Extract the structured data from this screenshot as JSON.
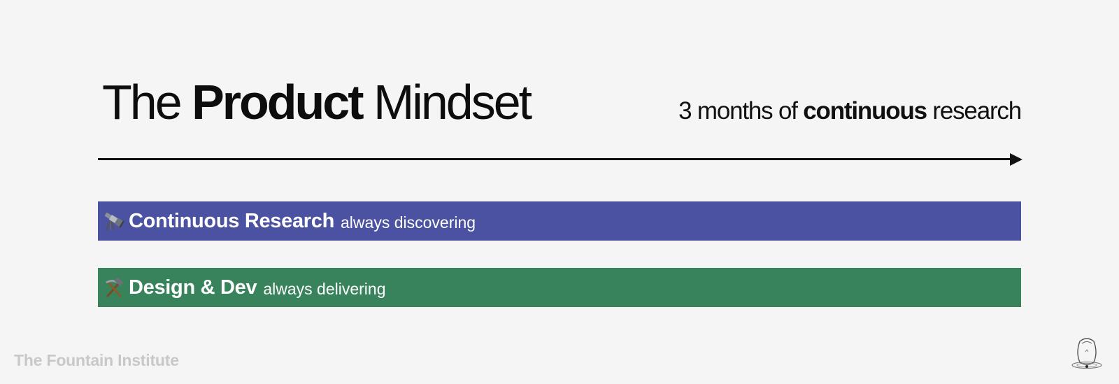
{
  "title": {
    "pre": "The ",
    "bold": "Product",
    "post": " Mindset"
  },
  "subtitle": {
    "pre": "3 months of ",
    "bold": "continuous",
    "post": " research"
  },
  "tracks": [
    {
      "icon": "telescope-icon",
      "name": "Continuous Research",
      "note": "always discovering",
      "color": "#4a52a1"
    },
    {
      "icon": "hammer-and-pick-icon",
      "name": "Design & Dev",
      "note": "always delivering",
      "color": "#39835c"
    }
  ],
  "footer": {
    "brand": "The Fountain Institute",
    "logo_icon": "fountain-logo-icon"
  },
  "colors": {
    "background": "#f5f5f5",
    "research": "#4a52a1",
    "dev": "#39835c",
    "footer_text": "#c8c8c8"
  }
}
